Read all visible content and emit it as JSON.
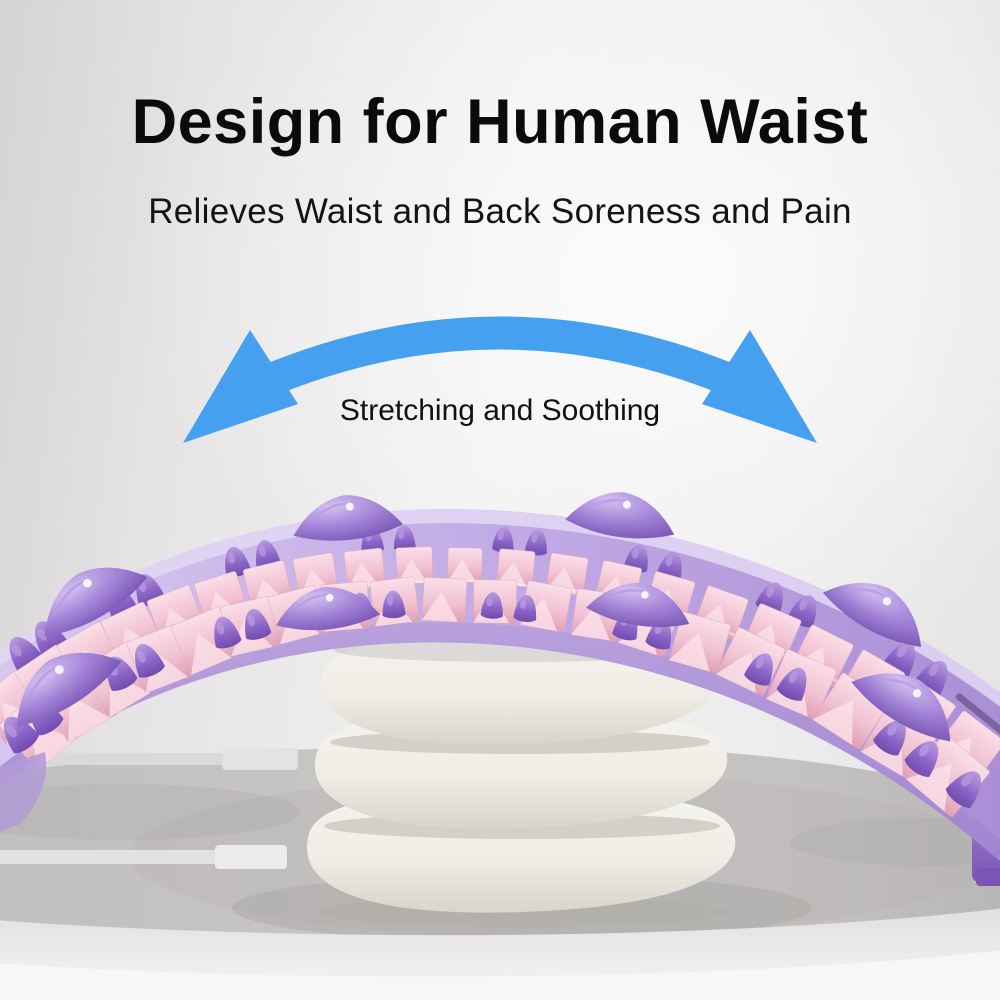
{
  "banner": {
    "title": "Design for Human Waist",
    "subtitle": "Relieves Waist and Back Soreness and Pain",
    "arrow_caption": "Stretching and Soothing"
  },
  "colors": {
    "title_text": "#0b0b0b",
    "subtitle_text": "#141414",
    "caption_text": "#111111",
    "arrow_blue": "#45a1ef",
    "background_left": "#d5d3d4",
    "background_mid": "#f1f0f0",
    "background_right": "#e5e4e4",
    "board_lavender_light": "#d7c7ef",
    "board_lavender": "#c4aee6",
    "board_lavender_deep": "#aa8ed6",
    "board_rim": "#9f82cf",
    "node_pink": "#f2c3d2",
    "node_pink_light": "#fadfe8",
    "node_pink_dark": "#dfa0b6",
    "bump_purple": "#8a63c6",
    "bump_purple_light": "#b79bdf",
    "bump_purple_deep": "#6f4cae",
    "cushion_cream": "#efede5",
    "cushion_cream_deep": "#d8d5ca",
    "base_gray": "#c8c6c5",
    "base_gray_deep": "#b2b0ae",
    "base_front_light": "#ededeb",
    "base_white": "#f8f7f6"
  }
}
